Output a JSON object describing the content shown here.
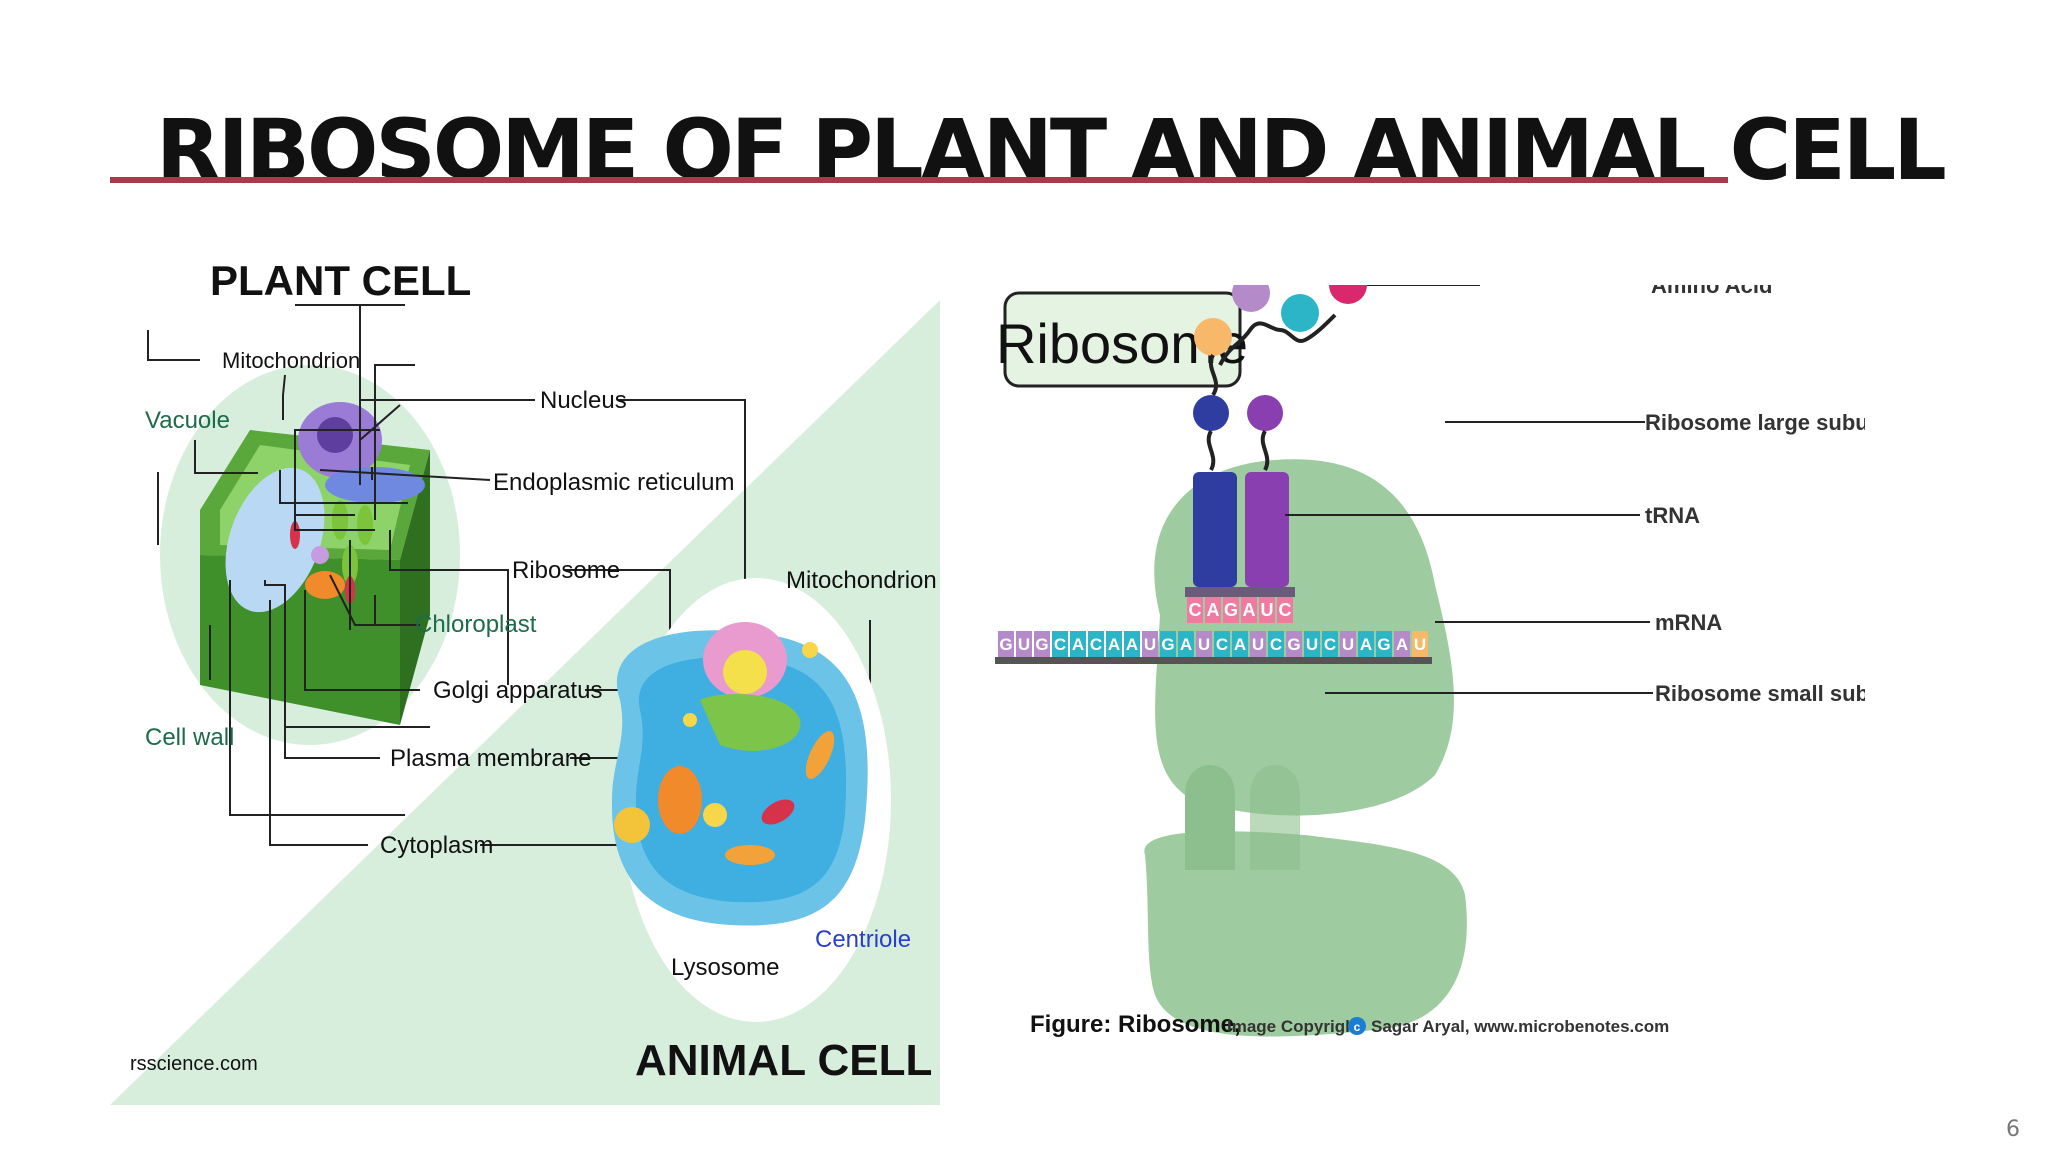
{
  "slide": {
    "title": "RIBOSOME OF PLANT AND ANIMAL CELL",
    "page_number": "6"
  },
  "cell_figure": {
    "plant_heading": "PLANT CELL",
    "animal_heading": "ANIMAL CELL",
    "source": "rsscience.com",
    "plant_labels": {
      "mitochondrion": "Mitochondrion",
      "vacuole": "Vacuole",
      "cell_wall": "Cell wall",
      "chloroplast": "Chloroplast"
    },
    "shared_labels": {
      "nucleus": "Nucleus",
      "endoplasmic_reticulum": "Endoplasmic reticulum",
      "ribosome": "Ribosome",
      "golgi_apparatus": "Golgi apparatus",
      "plasma_membrane": "Plasma membrane",
      "cytoplasm": "Cytoplasm"
    },
    "animal_labels": {
      "mitochondrion": "Mitochondrion",
      "lysosome": "Lysosome",
      "centriole": "Centriole"
    },
    "colors": {
      "plant_label": "#1d6b4a",
      "animal_label": "#2a3fc9",
      "background": "#d8eedd"
    }
  },
  "ribosome_figure": {
    "heading": "Ribosome",
    "labels": {
      "amino_acid": "Amino Acid",
      "large_subunit": "Ribosome large subunit",
      "trna": "tRNA",
      "mrna": "mRNA",
      "small_subunit": "Ribosome small subunit"
    },
    "mrna_sequence": [
      "G",
      "U",
      "G",
      "C",
      "A",
      "C",
      "A",
      "A",
      "U",
      "G",
      "A",
      "U",
      "C",
      "A",
      "U",
      "C",
      "G",
      "U",
      "C",
      "U",
      "A",
      "G",
      "A",
      "U"
    ],
    "anticodon": [
      "C",
      "A",
      "G",
      "A",
      "U",
      "C"
    ],
    "caption": {
      "bold": "Figure: Ribosome,",
      "rest": "Image Copyright",
      "copyright_symbol": "c",
      "credit": "Sagar Aryal, www.microbenotes.com"
    },
    "colors": {
      "subunit": "#9fcba0",
      "trna_left": "#2f3da0",
      "trna_right": "#8a3fb0",
      "amino_acids": [
        "#f7b86a",
        "#b58ac9",
        "#2bb5c6",
        "#d9286c"
      ]
    }
  }
}
